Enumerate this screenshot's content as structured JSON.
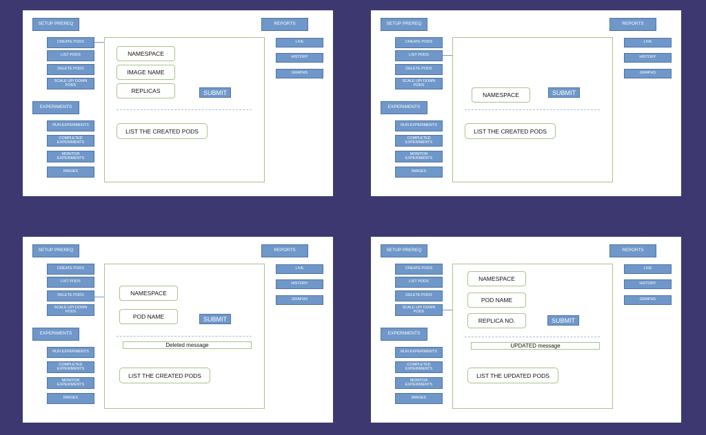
{
  "colors": {
    "background": "#3d3970",
    "button": "#6f97c9",
    "field_border": "#a7c18a"
  },
  "common": {
    "setup_prereq": "SETUP PREREQ",
    "create_pods": "CREATE PODS",
    "list_pods": "LIST PODS",
    "delete_pods": "DELETE PODS",
    "scale_pods": "SCALE UP/ DOWN PODS",
    "experiments": "EXPERIMENTS",
    "run_experiments": "RUN EXPERIMENTS",
    "completed_experiments": "COMPLETED EXPERIMENTS",
    "monitor_experiments": "MONITOR EXPERIMENTS",
    "images": "IMAGES",
    "reports": "REPORTS",
    "live": "LIVE",
    "history": "HISTORY",
    "graphs": "GRAPHS",
    "submit": "SUBMIT"
  },
  "create_panel": {
    "namespace": "NAMESPACE",
    "image_name": "IMAGE NAME",
    "replicas": "REPLICAS",
    "list_button": "LIST THE CREATED PODS"
  },
  "list_panel": {
    "namespace": "NAMESPACE",
    "list_button": "LIST THE CREATED PODS"
  },
  "delete_panel": {
    "namespace": "NAMESPACE",
    "pod_name": "POD NAME",
    "message": "Deleted message",
    "list_button": "LIST THE CREATED PODS"
  },
  "scale_panel": {
    "namespace": "NAMESPACE",
    "pod_name": "POD NAME",
    "replica_no": "REPLICA NO.",
    "message": "UPDATED message",
    "list_button": "LIST THE UPDATED PODS"
  }
}
